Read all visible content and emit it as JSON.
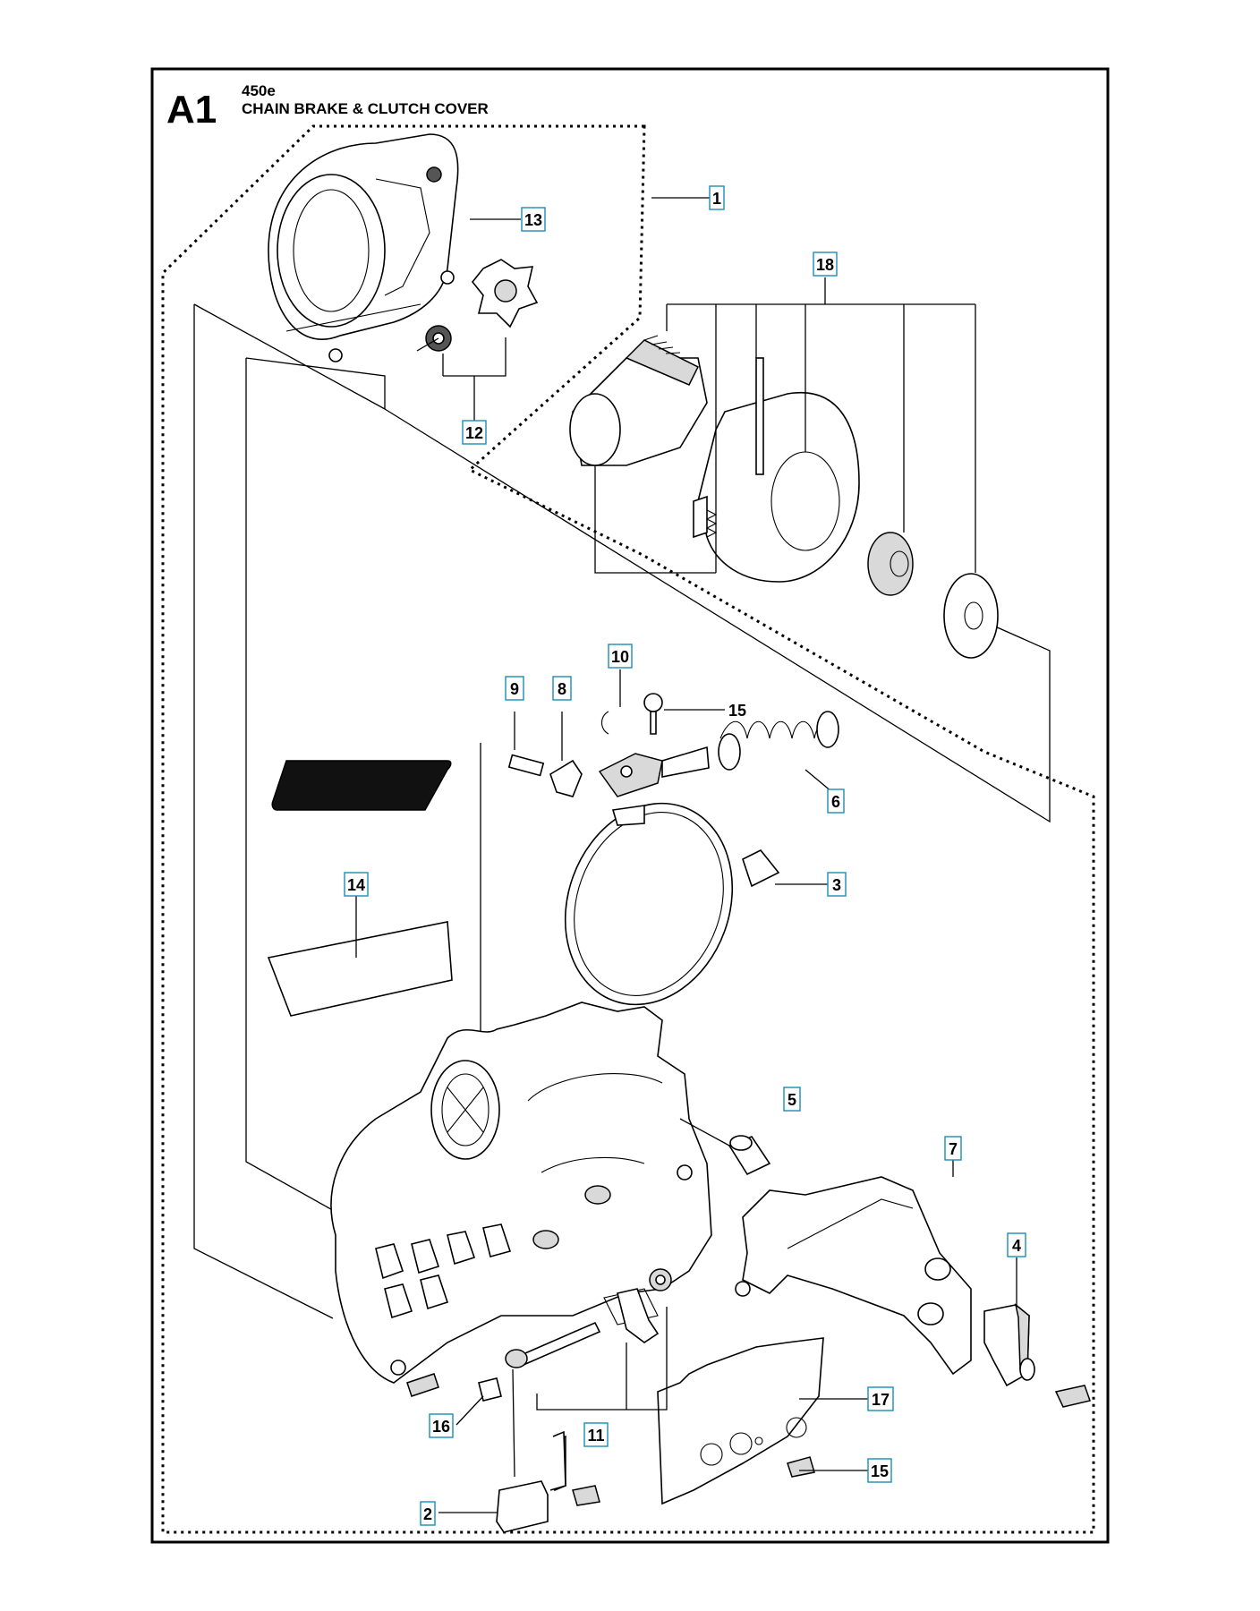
{
  "header": {
    "section": "A1",
    "model": "450e",
    "title": "CHAIN BRAKE & CLUTCH COVER"
  },
  "callouts": {
    "c1": "1",
    "c2": "2",
    "c3": "3",
    "c4": "4",
    "c5": "5",
    "c6": "6",
    "c7": "7",
    "c8": "8",
    "c9": "9",
    "c10": "10",
    "c11": "11",
    "c12": "12",
    "c13": "13",
    "c14": "14",
    "c15a": "15",
    "c15b": "15",
    "c16": "16",
    "c17": "17",
    "c18": "18"
  },
  "colors": {
    "frame": "#000000",
    "callout_border": "#1a8fb3",
    "sticker": "#111111"
  }
}
